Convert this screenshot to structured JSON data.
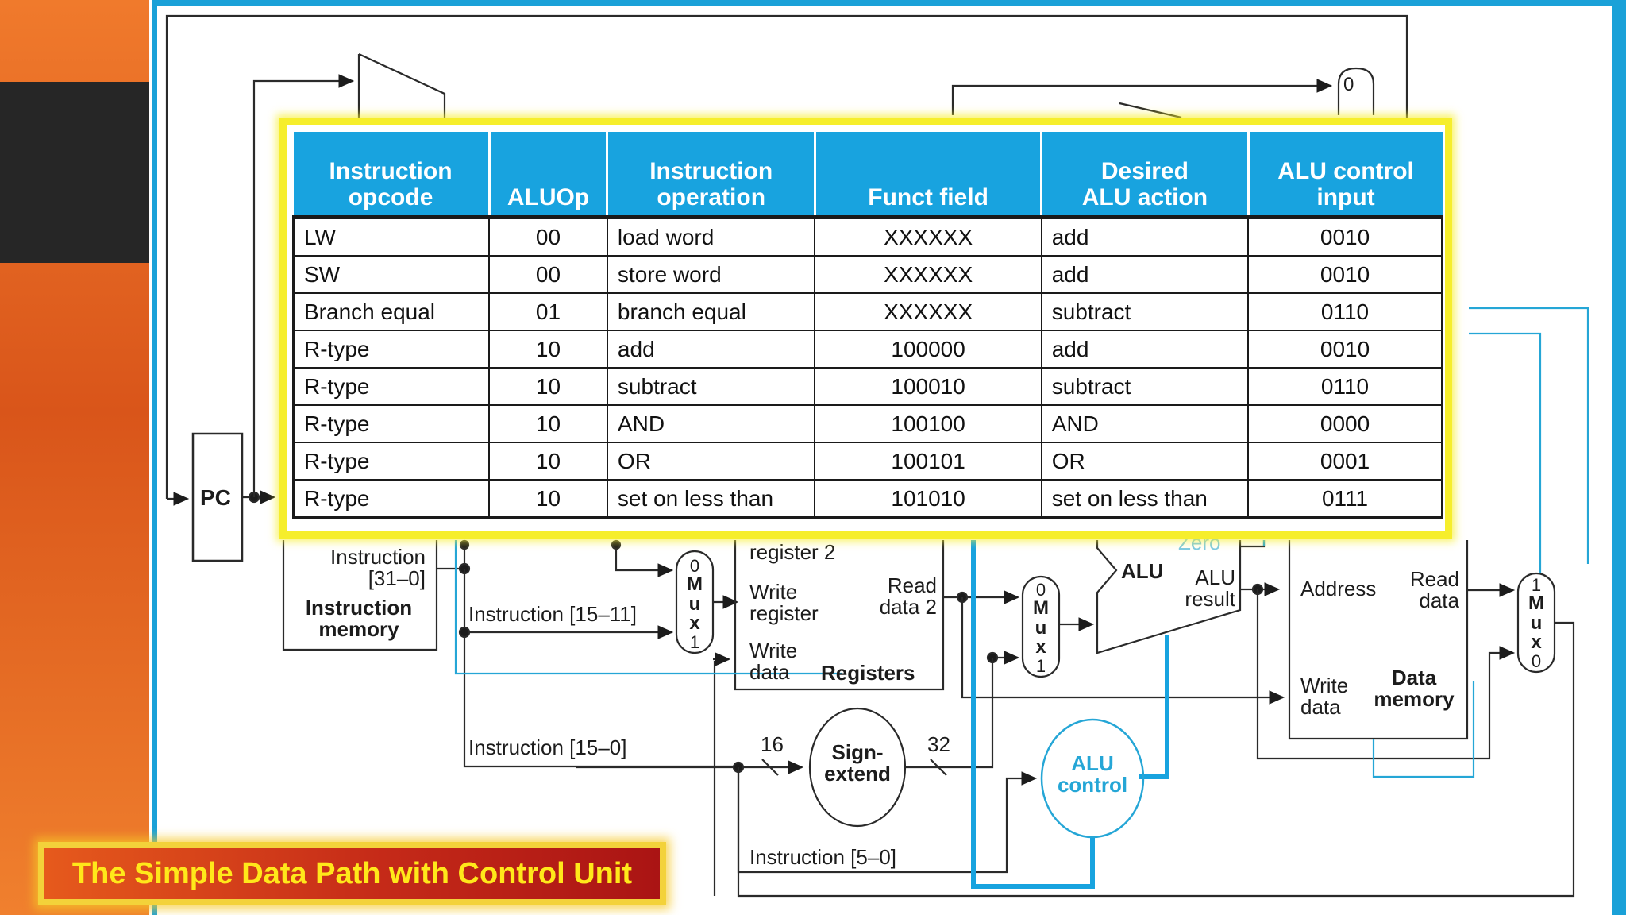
{
  "slide_title": "The Simple Data Path with Control Unit",
  "diagram": {
    "pc": "PC",
    "instruction_range": "Instruction\n[31–0]",
    "instruction_memory": "Instruction\nmemory",
    "instr_15_11": "Instruction [15–11]",
    "instr_15_0": "Instruction [15–0]",
    "instr_5_0": "Instruction [5–0]",
    "read_register_2": "register 2",
    "write_register": "Write\nregister",
    "write_data_reg": "Write\ndata",
    "registers": "Registers",
    "read_data_2": "Read\ndata 2",
    "sign_extend": "Sign-\nextend",
    "width_16": "16",
    "width_32": "32",
    "zero": "Zero",
    "alu": "ALU",
    "alu_result": "ALU\nresult",
    "alu_control": "ALU\ncontrol",
    "address": "Address",
    "read_data_mem": "Read\ndata",
    "write_data_mem": "Write\ndata",
    "data_memory": "Data\nmemory",
    "mux_letters": "M\nu\nx",
    "mux_reg": {
      "top": "0",
      "bottom": "1"
    },
    "mux_alu": {
      "top": "0",
      "bottom": "1"
    },
    "mux_mem": {
      "top": "1",
      "bottom": "0"
    },
    "mux_branch_top": "0"
  },
  "alu_table": {
    "headers": [
      "Instruction\nopcode",
      "ALUOp",
      "Instruction\noperation",
      "Funct field",
      "Desired\nALU action",
      "ALU control\ninput"
    ],
    "rows": [
      [
        "LW",
        "00",
        "load word",
        "XXXXXX",
        "add",
        "0010"
      ],
      [
        "SW",
        "00",
        "store word",
        "XXXXXX",
        "add",
        "0010"
      ],
      [
        "Branch equal",
        "01",
        "branch equal",
        "XXXXXX",
        "subtract",
        "0110"
      ],
      [
        "R-type",
        "10",
        "add",
        "100000",
        "add",
        "0010"
      ],
      [
        "R-type",
        "10",
        "subtract",
        "100010",
        "subtract",
        "0110"
      ],
      [
        "R-type",
        "10",
        "AND",
        "100100",
        "AND",
        "0000"
      ],
      [
        "R-type",
        "10",
        "OR",
        "100101",
        "OR",
        "0001"
      ],
      [
        "R-type",
        "10",
        "set on less than",
        "101010",
        "set on less than",
        "0111"
      ]
    ]
  },
  "colors": {
    "accent_blue": "#1aa1d8",
    "table_header": "#18a3df",
    "highlight_yellow": "#f6ee2c",
    "banner_text": "#ffe81a",
    "banner_red": "#c52a18",
    "orange": "#e8682a"
  }
}
